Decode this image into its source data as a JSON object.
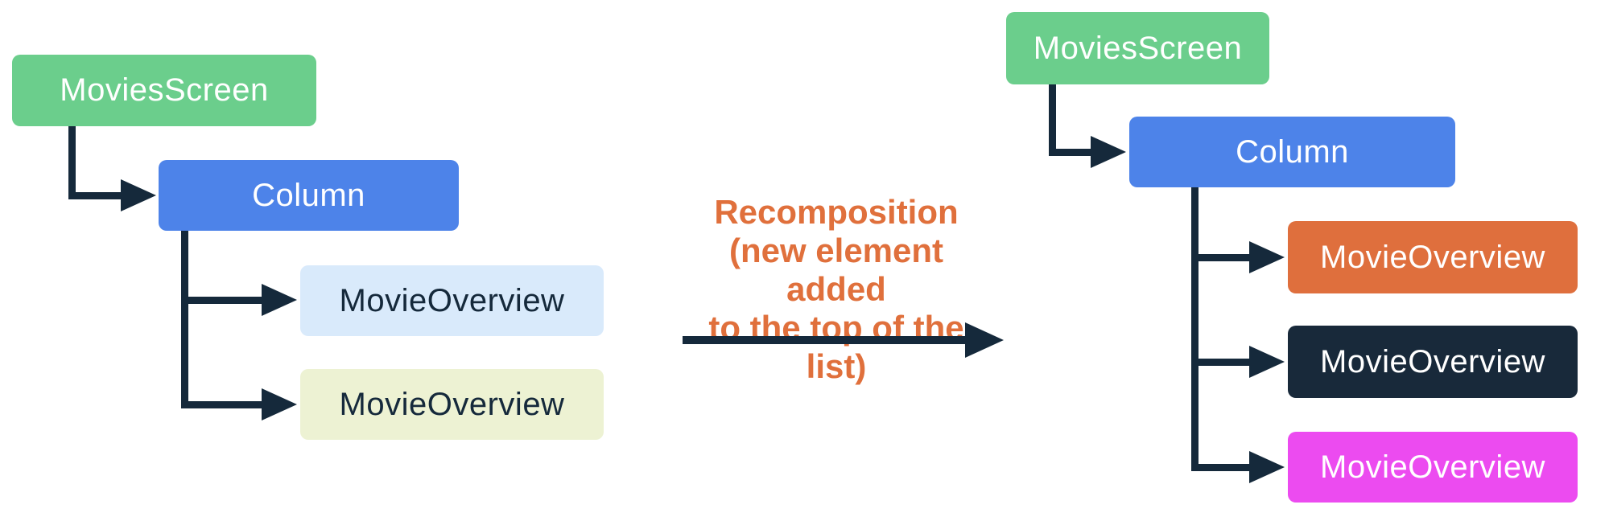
{
  "palette": {
    "background": "#FFFFFF",
    "green": "#6BCE8C",
    "blue": "#4D83E9",
    "light_blue": "#D9EAFB",
    "light_yellow": "#EDF2D3",
    "orange": "#DF6F3D",
    "navy": "#18293A",
    "magenta": "#EC4BF0",
    "connector": "#15293B",
    "annotation_text": "#E0703C"
  },
  "left_tree": {
    "nodes": [
      {
        "label": "MoviesScreen"
      },
      {
        "label": "Column"
      },
      {
        "label": "MovieOverview"
      },
      {
        "label": "MovieOverview"
      }
    ]
  },
  "annotation": {
    "line1": "Recomposition",
    "line2": "(new element added",
    "line3": "to the top of the list)"
  },
  "right_tree": {
    "nodes": [
      {
        "label": "MoviesScreen"
      },
      {
        "label": "Column"
      },
      {
        "label": "MovieOverview"
      },
      {
        "label": "MovieOverview"
      },
      {
        "label": "MovieOverview"
      }
    ]
  }
}
